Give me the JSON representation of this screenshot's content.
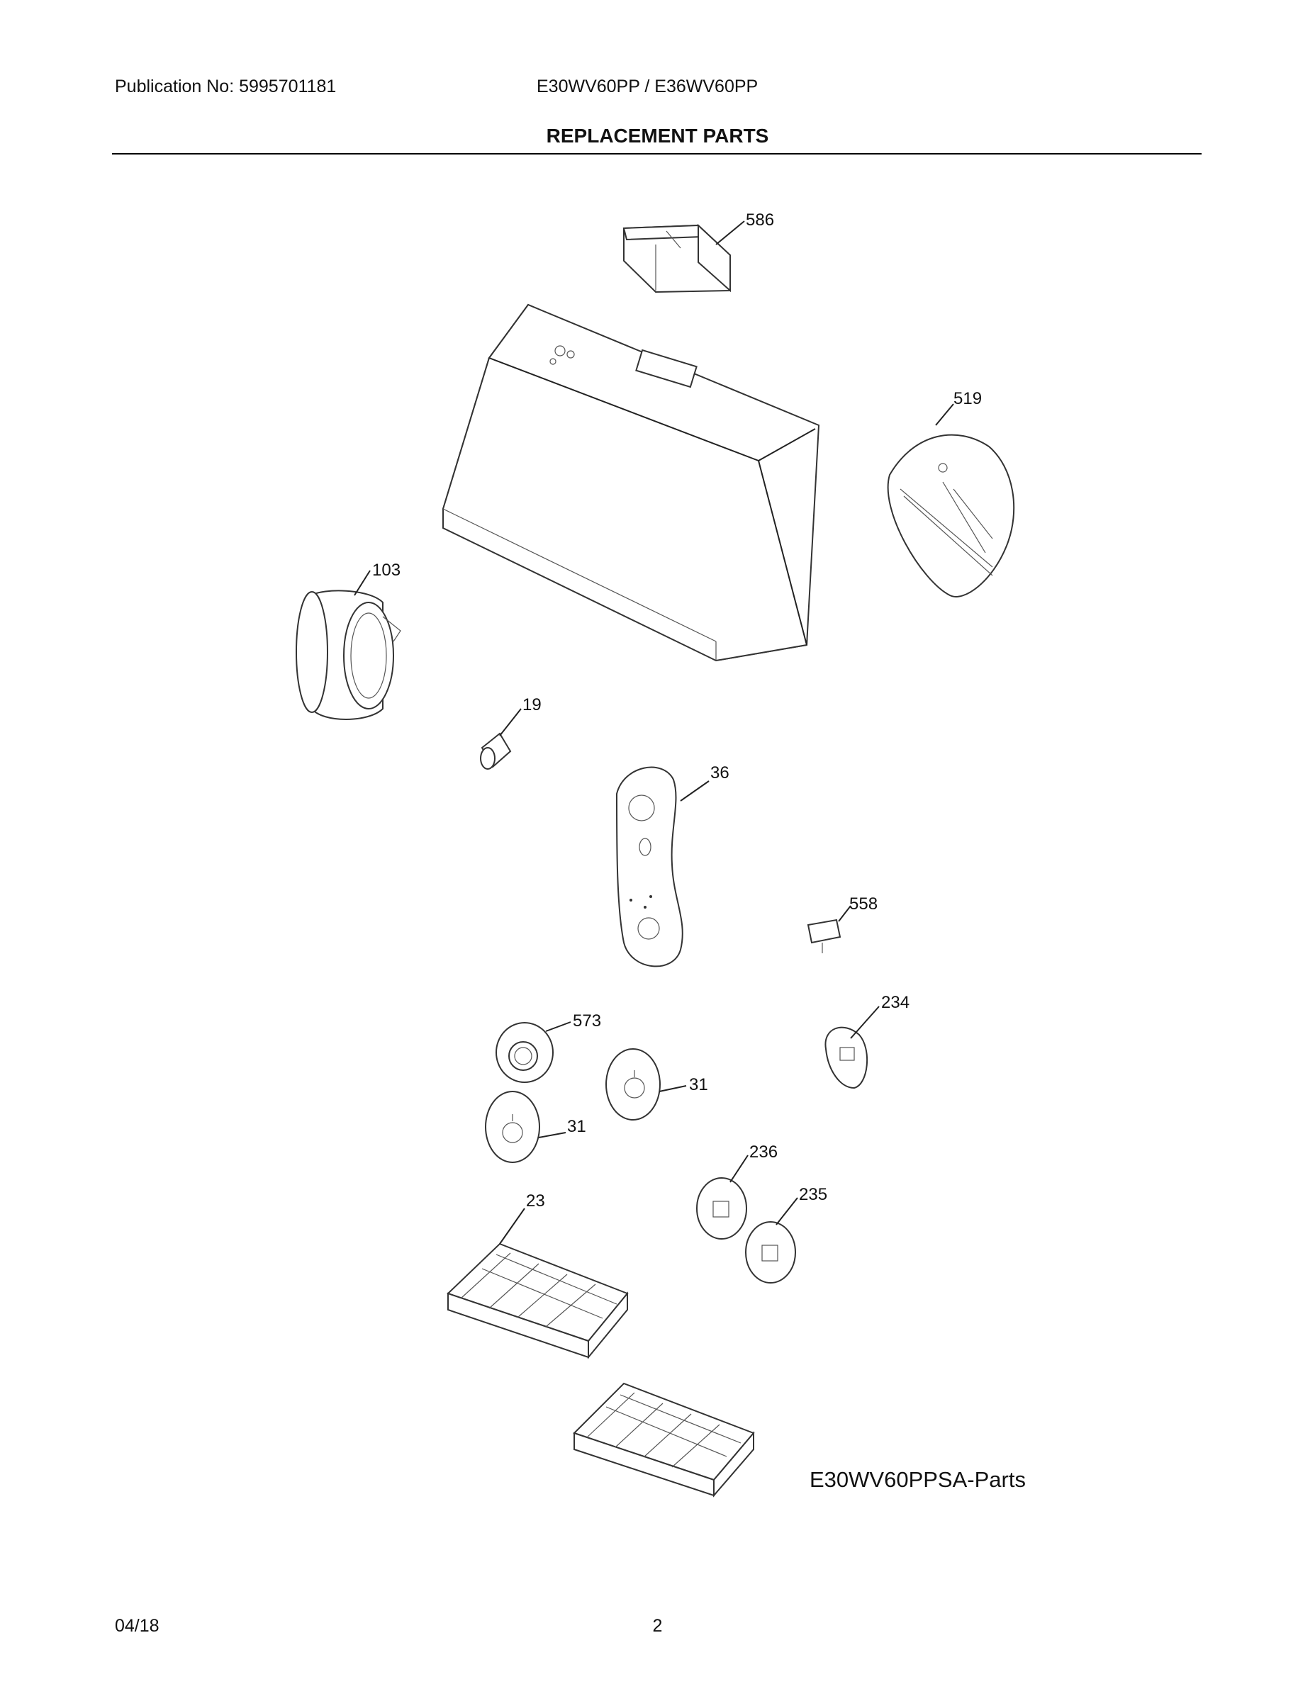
{
  "header": {
    "publication": "Publication No: 5995701181",
    "models": "E30WV60PP / E36WV60PP",
    "title": "REPLACEMENT PARTS"
  },
  "parts": {
    "p586": "586",
    "p519": "519",
    "p103": "103",
    "p19": "19",
    "p36": "36",
    "p558": "558",
    "p573": "573",
    "p234": "234",
    "p31a": "31",
    "p31b": "31",
    "p236": "236",
    "p235": "235",
    "p23": "23"
  },
  "diagram_caption": "E30WV60PPSA-Parts",
  "footer": {
    "date": "04/18",
    "page": "2"
  }
}
